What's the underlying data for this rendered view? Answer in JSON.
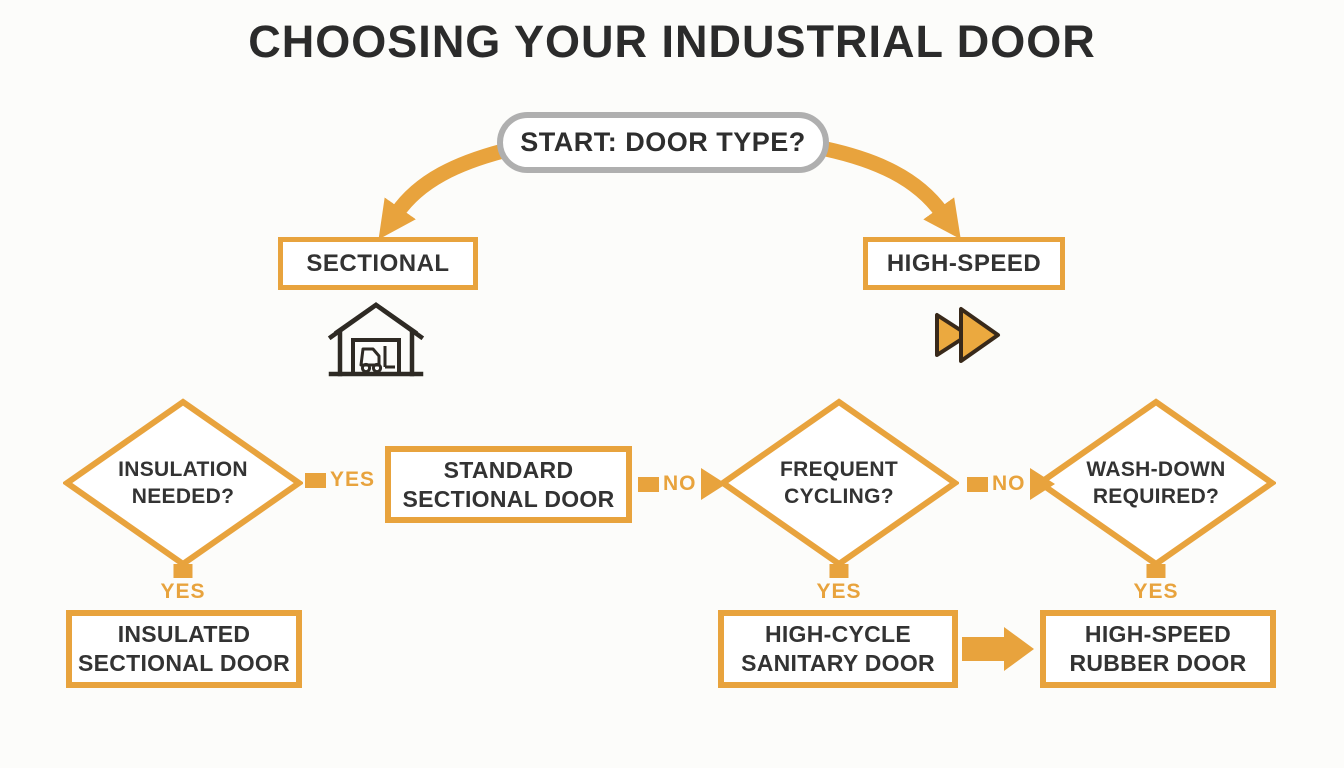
{
  "title": "CHOOSING YOUR INDUSTRIAL DOOR",
  "colors": {
    "accent_orange": "#E8A33D",
    "text_dark": "#2E2E2E",
    "start_border_gray": "#AFAFAF",
    "icon_outline": "#33291A"
  },
  "start": {
    "label": "START: DOOR TYPE?"
  },
  "branches": {
    "sectional": {
      "label": "SECTIONAL",
      "icon": "warehouse-forklift-icon"
    },
    "high_speed": {
      "label": "HIGH-SPEED",
      "icon": "fast-forward-icon"
    }
  },
  "decisions": [
    {
      "label": "INSULATION\nNEEDED?",
      "branch_right": "YES",
      "branch_down": "YES"
    },
    {
      "label": "FREQUENT\nCYCLING?",
      "branch_right": "NO",
      "branch_down": "YES"
    },
    {
      "label": "WASH-DOWN\nREQUIRED?",
      "branch_right": "NO",
      "branch_down": "YES"
    }
  ],
  "outcomes": [
    {
      "label": "STANDARD\nSECTIONAL DOOR",
      "exit_label": "NO"
    },
    {
      "label": "INSULATED\nSECTIONAL DOOR"
    },
    {
      "label": "HIGH-CYCLE\nSANITARY DOOR"
    },
    {
      "label": "HIGH-SPEED\nRUBBER DOOR"
    }
  ]
}
